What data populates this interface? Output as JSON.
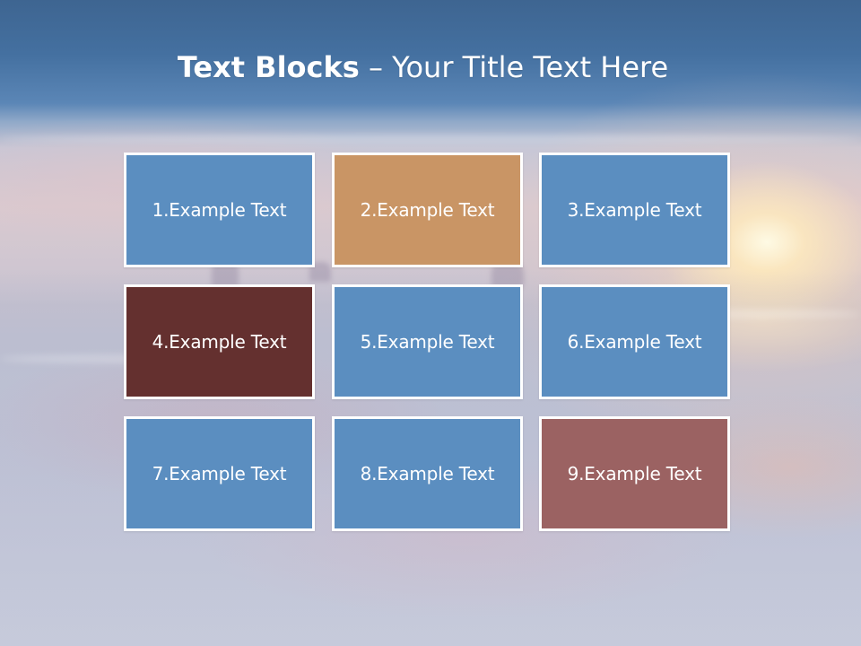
{
  "title": {
    "bold": "Text Blocks",
    "separator": " – ",
    "normal": "Your Title Text Here"
  },
  "colors": {
    "blue": "#5b8ec0",
    "orange": "#c99565",
    "dark_red": "#64302f",
    "rose": "#9b6262",
    "border": "#ffffff",
    "text": "#ffffff"
  },
  "blocks": [
    {
      "label": "1.Example Text",
      "color": "#5b8ec0"
    },
    {
      "label": "2.Example Text",
      "color": "#c99565"
    },
    {
      "label": "3.Example Text",
      "color": "#5b8ec0"
    },
    {
      "label": "4.Example Text",
      "color": "#64302f"
    },
    {
      "label": "5.Example Text",
      "color": "#5b8ec0"
    },
    {
      "label": "6.Example Text",
      "color": "#5b8ec0"
    },
    {
      "label": "7.Example Text",
      "color": "#5b8ec0"
    },
    {
      "label": "8.Example Text",
      "color": "#5b8ec0"
    },
    {
      "label": "9.Example Text",
      "color": "#9b6262"
    }
  ]
}
